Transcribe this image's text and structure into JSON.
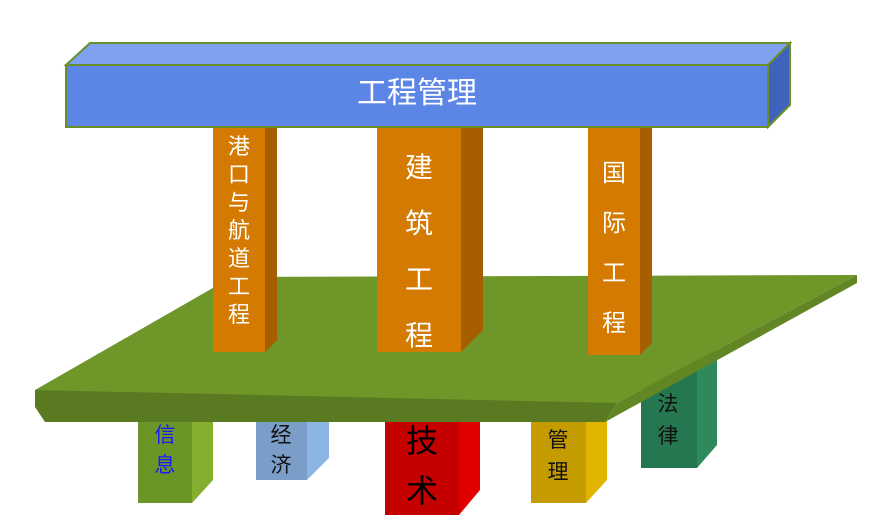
{
  "title": "工程管理",
  "pillars": [
    {
      "label": "港口与航道工程"
    },
    {
      "label": "建筑工程"
    },
    {
      "label": "国际工程"
    }
  ],
  "supports": [
    {
      "label": "信息"
    },
    {
      "label": "经济"
    },
    {
      "label": "技术"
    },
    {
      "label": "管理"
    },
    {
      "label": "法律"
    }
  ],
  "colors": {
    "beam": "#5b86e5",
    "pillar": "#d47a00",
    "platform": "#6f9628",
    "info": "#6b9527",
    "economy": "#7a9ec7",
    "tech": "#c40000",
    "management": "#c49c00",
    "law": "#25774f"
  }
}
